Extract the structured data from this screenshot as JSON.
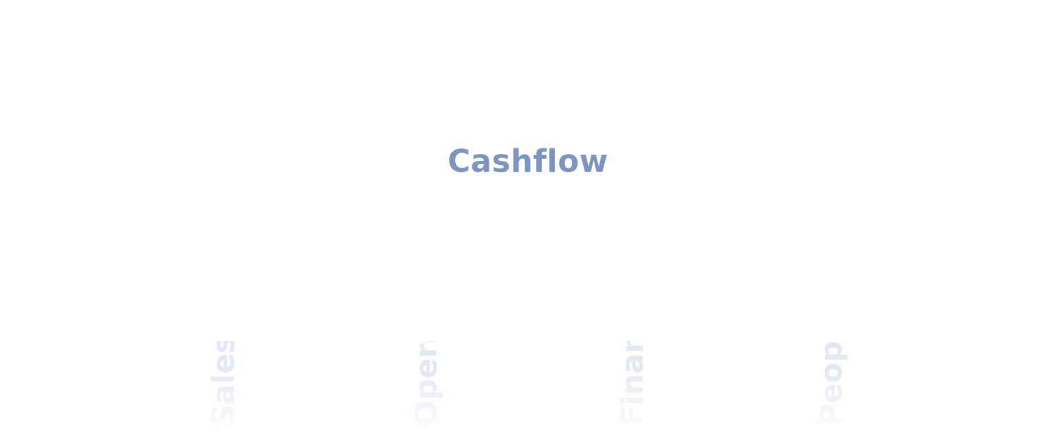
{
  "hero": {
    "title": "Cashflow"
  },
  "categories": [
    {
      "label": "Sales"
    },
    {
      "label": "Operations"
    },
    {
      "label": "Finance"
    },
    {
      "label": "People"
    }
  ],
  "colors": {
    "title": "#7b96c4",
    "faded_label": "#e3e9f4",
    "background": "#ffffff"
  }
}
